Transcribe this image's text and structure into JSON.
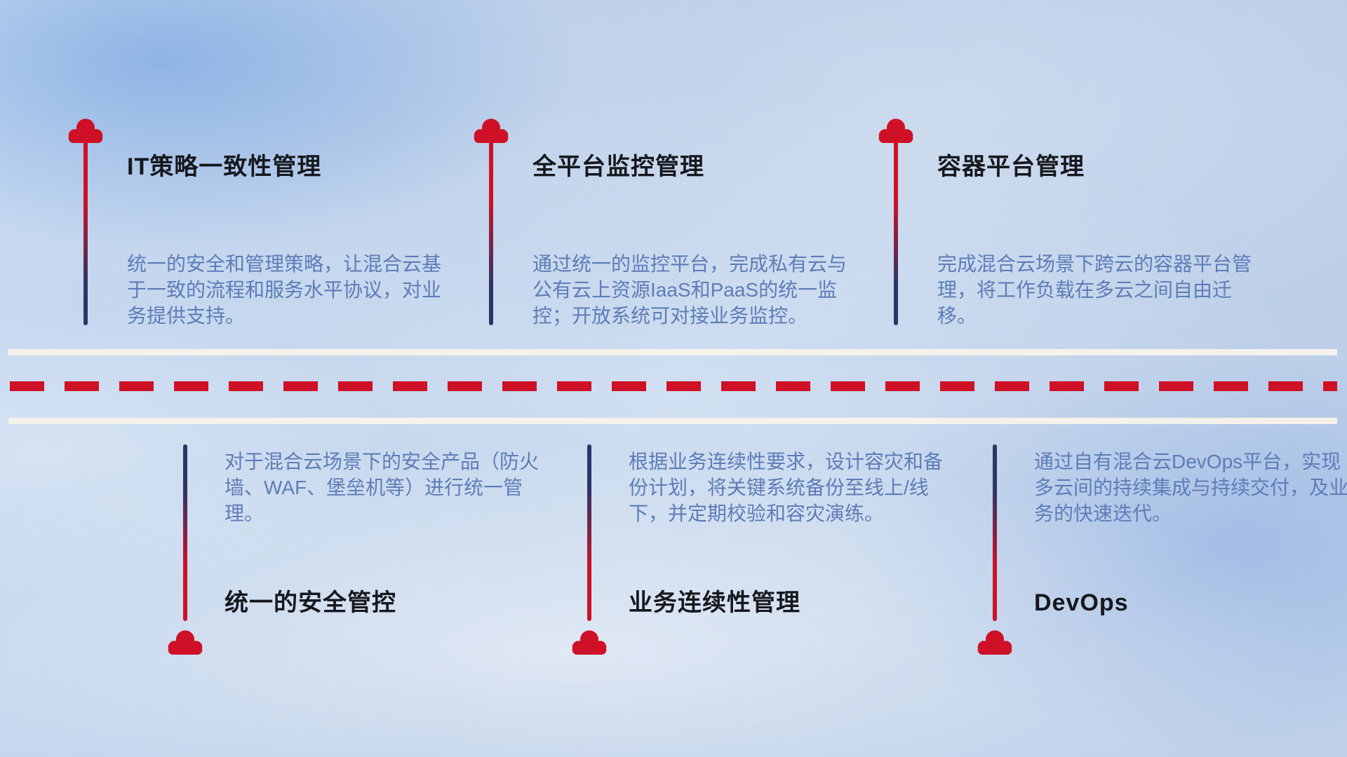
{
  "colors": {
    "accent-red": "#ce1126",
    "connector-navy": "#2d3468",
    "description-blue": "#5d7db8",
    "title-black": "#16181d",
    "road-line-white": "#f7f3ea"
  },
  "top_items": [
    {
      "title": "IT策略一致性管理",
      "description": "统一的安全和管理策略，让混合云基于一致的流程和服务水平协议，对业务提供支持。"
    },
    {
      "title": "全平台监控管理",
      "description": "通过统一的监控平台，完成私有云与公有云上资源IaaS和PaaS的统一监控；开放系统可对接业务监控。"
    },
    {
      "title": "容器平台管理",
      "description": "完成混合云场景下跨云的容器平台管理，将工作负载在多云之间自由迁移。"
    }
  ],
  "bottom_items": [
    {
      "title": "统一的安全管控",
      "description": "对于混合云场景下的安全产品（防火墙、WAF、堡垒机等）进行统一管理。"
    },
    {
      "title": "业务连续性管理",
      "description": "根据业务连续性要求，设计容灾和备份计划，将关键系统备份至线上/线下，并定期校验和容灾演练。"
    },
    {
      "title": "DevOps",
      "description": "通过自有混合云DevOps平台，实现多云间的持续集成与持续交付，及业务的快速迭代。"
    }
  ]
}
